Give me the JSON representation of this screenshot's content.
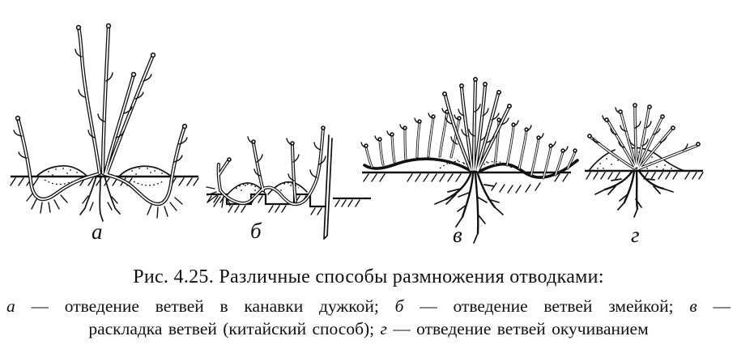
{
  "figure": {
    "panel_labels": {
      "a": "а",
      "b": "б",
      "v": "в",
      "g": "г"
    },
    "caption": {
      "title": "Рис. 4.25. Различные способы размножения отводками:",
      "line2": {
        "i1": "а",
        "t1": " — отведение ветвей в канавки дужкой; ",
        "i2": "б",
        "t2": " — отведение ветвей змейкой; ",
        "i3": "в",
        "t3": " —"
      },
      "line3": {
        "t1": "раскладка ветвей (китайский способ); ",
        "i1": "г",
        "t2": " — отведение ветвей окучиванием"
      }
    }
  }
}
